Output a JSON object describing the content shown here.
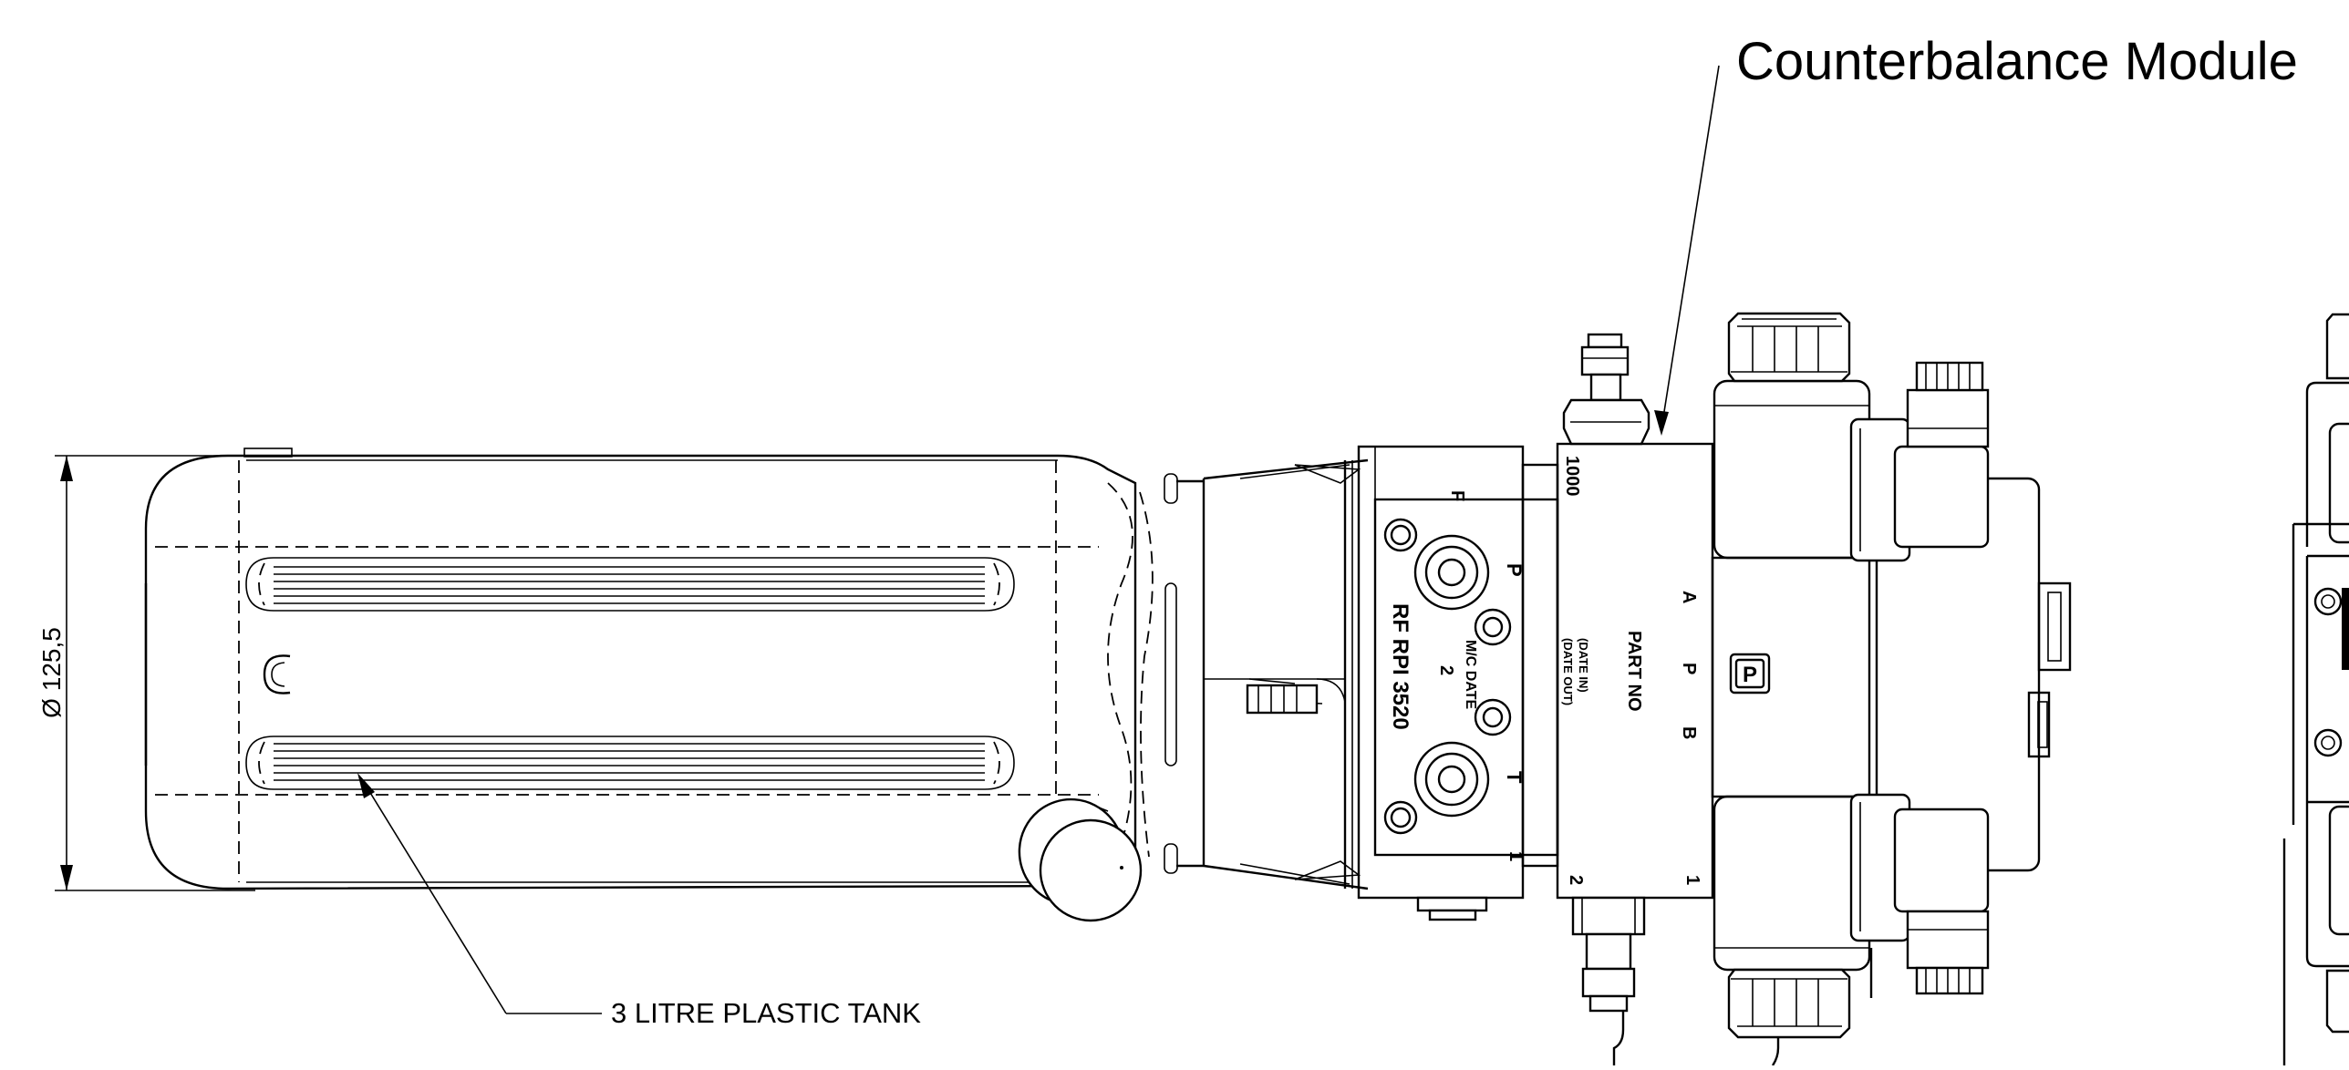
{
  "callouts": {
    "module_label": "Counterbalance Module",
    "tank_label": "3 LITRE PLASTIC TANK"
  },
  "dimension": {
    "diameter_label": "Ø 125,5"
  },
  "manifold": {
    "port_p": "P",
    "port_t": "T",
    "mc_date": "M/C DATE",
    "number": "2",
    "part_code": "RF RPI 3520",
    "port_1": "1",
    "edge_mark": "F"
  },
  "valve_block": {
    "code": "1000",
    "port_a": "A",
    "port_p": "P",
    "port_b": "B",
    "part_no": "PART NO",
    "date_in": "(DATE IN)",
    "date_out": "(DATE OUT)",
    "port_2": "2",
    "port_1": "1",
    "logo_letter": "P"
  }
}
